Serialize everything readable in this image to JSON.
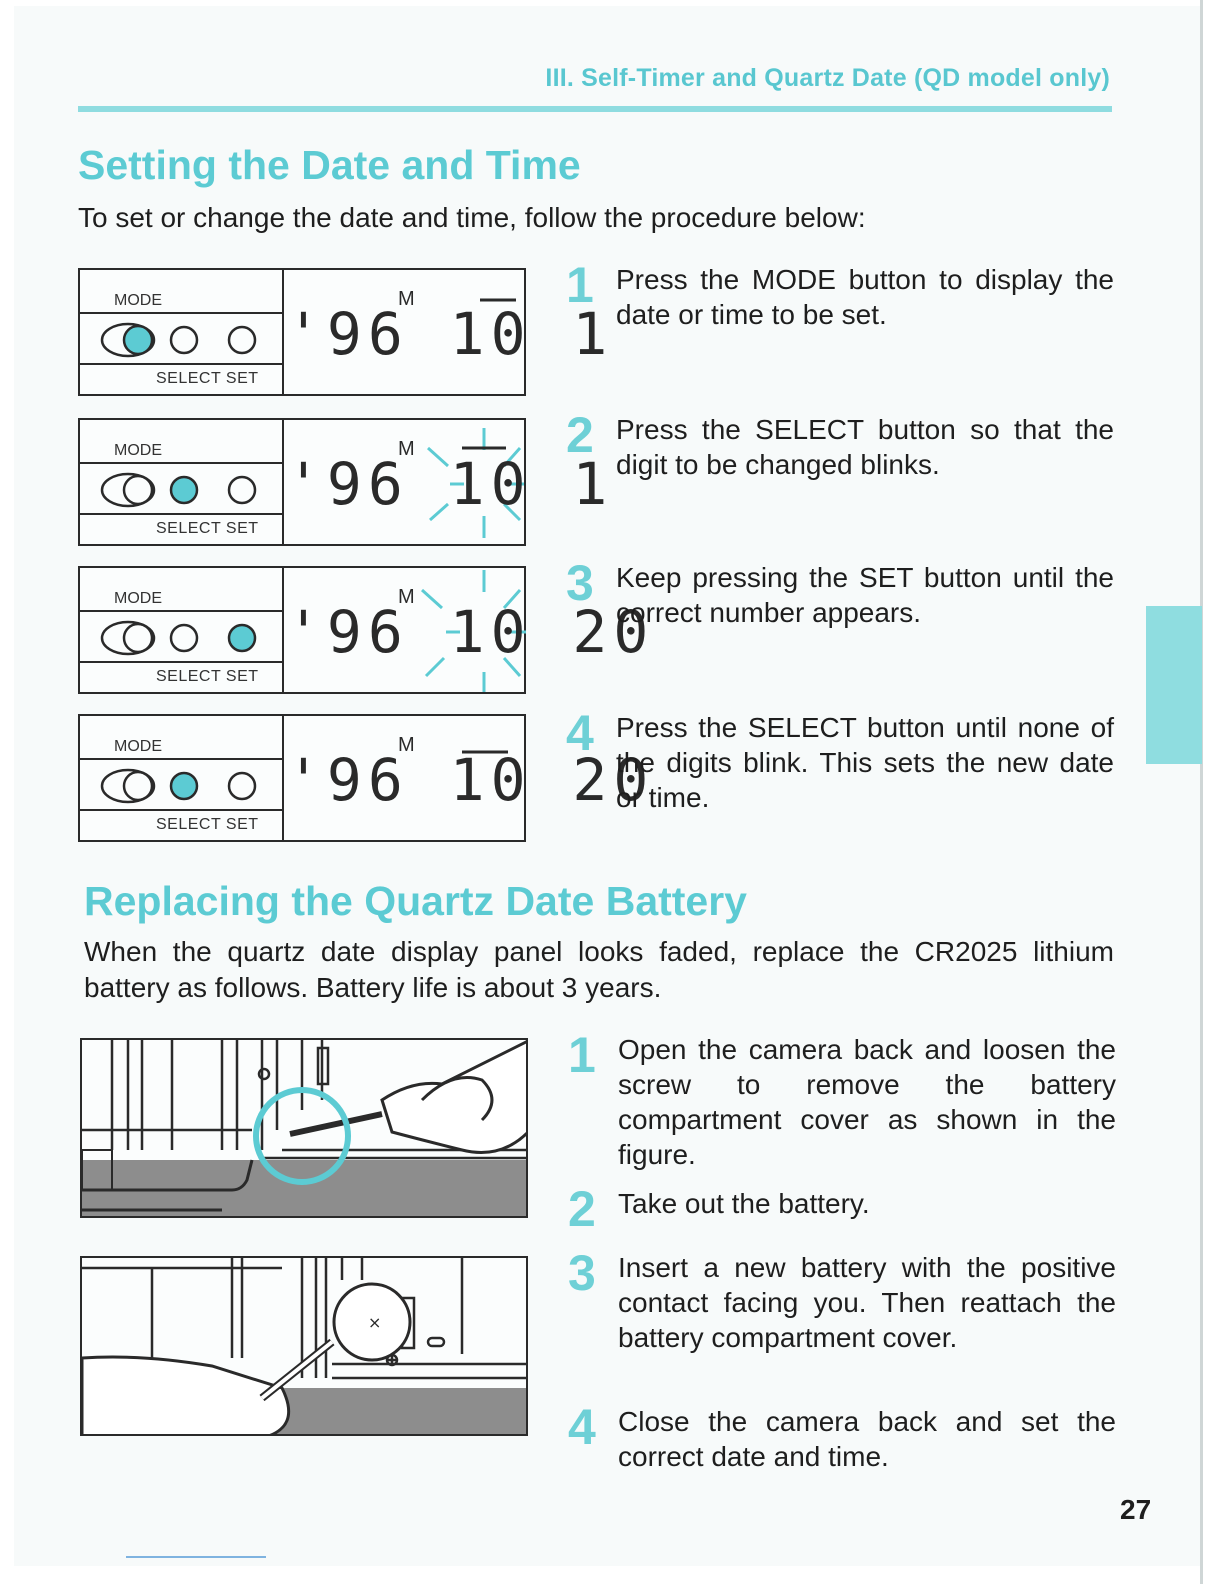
{
  "header": {
    "section_title": "III. Self-Timer and Quartz Date (QD model only)"
  },
  "date_section": {
    "title": "Setting the Date and Time",
    "intro": "To set or change the date and time, follow the procedure below:",
    "panels": [
      {
        "mode_label": "MODE",
        "select_label": "SELECT  SET",
        "m_mark": "M",
        "lcd": "'96 10   1"
      },
      {
        "mode_label": "MODE",
        "select_label": "SELECT  SET",
        "m_mark": "M",
        "lcd": "'96 10   1"
      },
      {
        "mode_label": "MODE",
        "select_label": "SELECT  SET",
        "m_mark": "M",
        "lcd": "'96 10 20"
      },
      {
        "mode_label": "MODE",
        "select_label": "SELECT  SET",
        "m_mark": "M",
        "lcd": "'96 10 20"
      }
    ],
    "steps": [
      {
        "num": "1",
        "text": "Press the MODE button to display the date or time to be set."
      },
      {
        "num": "2",
        "text": "Press the SELECT button so that the digit to be changed blinks."
      },
      {
        "num": "3",
        "text": "Keep pressing the SET button until the correct number appears."
      },
      {
        "num": "4",
        "text": "Press the SELECT button until none of the digits blink. This sets the new date or time."
      }
    ]
  },
  "battery_section": {
    "title": "Replacing the Quartz Date Battery",
    "intro": "When the quartz date display panel looks faded, replace the CR2025 lithium battery as follows. Battery life is about 3 years.",
    "steps": [
      {
        "num": "1",
        "text": "Open the camera back and loosen the screw to remove the battery compartment cover as shown in the figure."
      },
      {
        "num": "2",
        "text": "Take out the battery."
      },
      {
        "num": "3",
        "text": "Insert a new battery with the positive contact facing you. Then reattach the battery compartment cover."
      },
      {
        "num": "4",
        "text": "Close the camera back and set the correct date and time."
      }
    ]
  },
  "page_number": "27",
  "colors": {
    "accent": "#5ccbd3",
    "button_fill": "#5ccbd3",
    "tab": "#8fdde0"
  }
}
